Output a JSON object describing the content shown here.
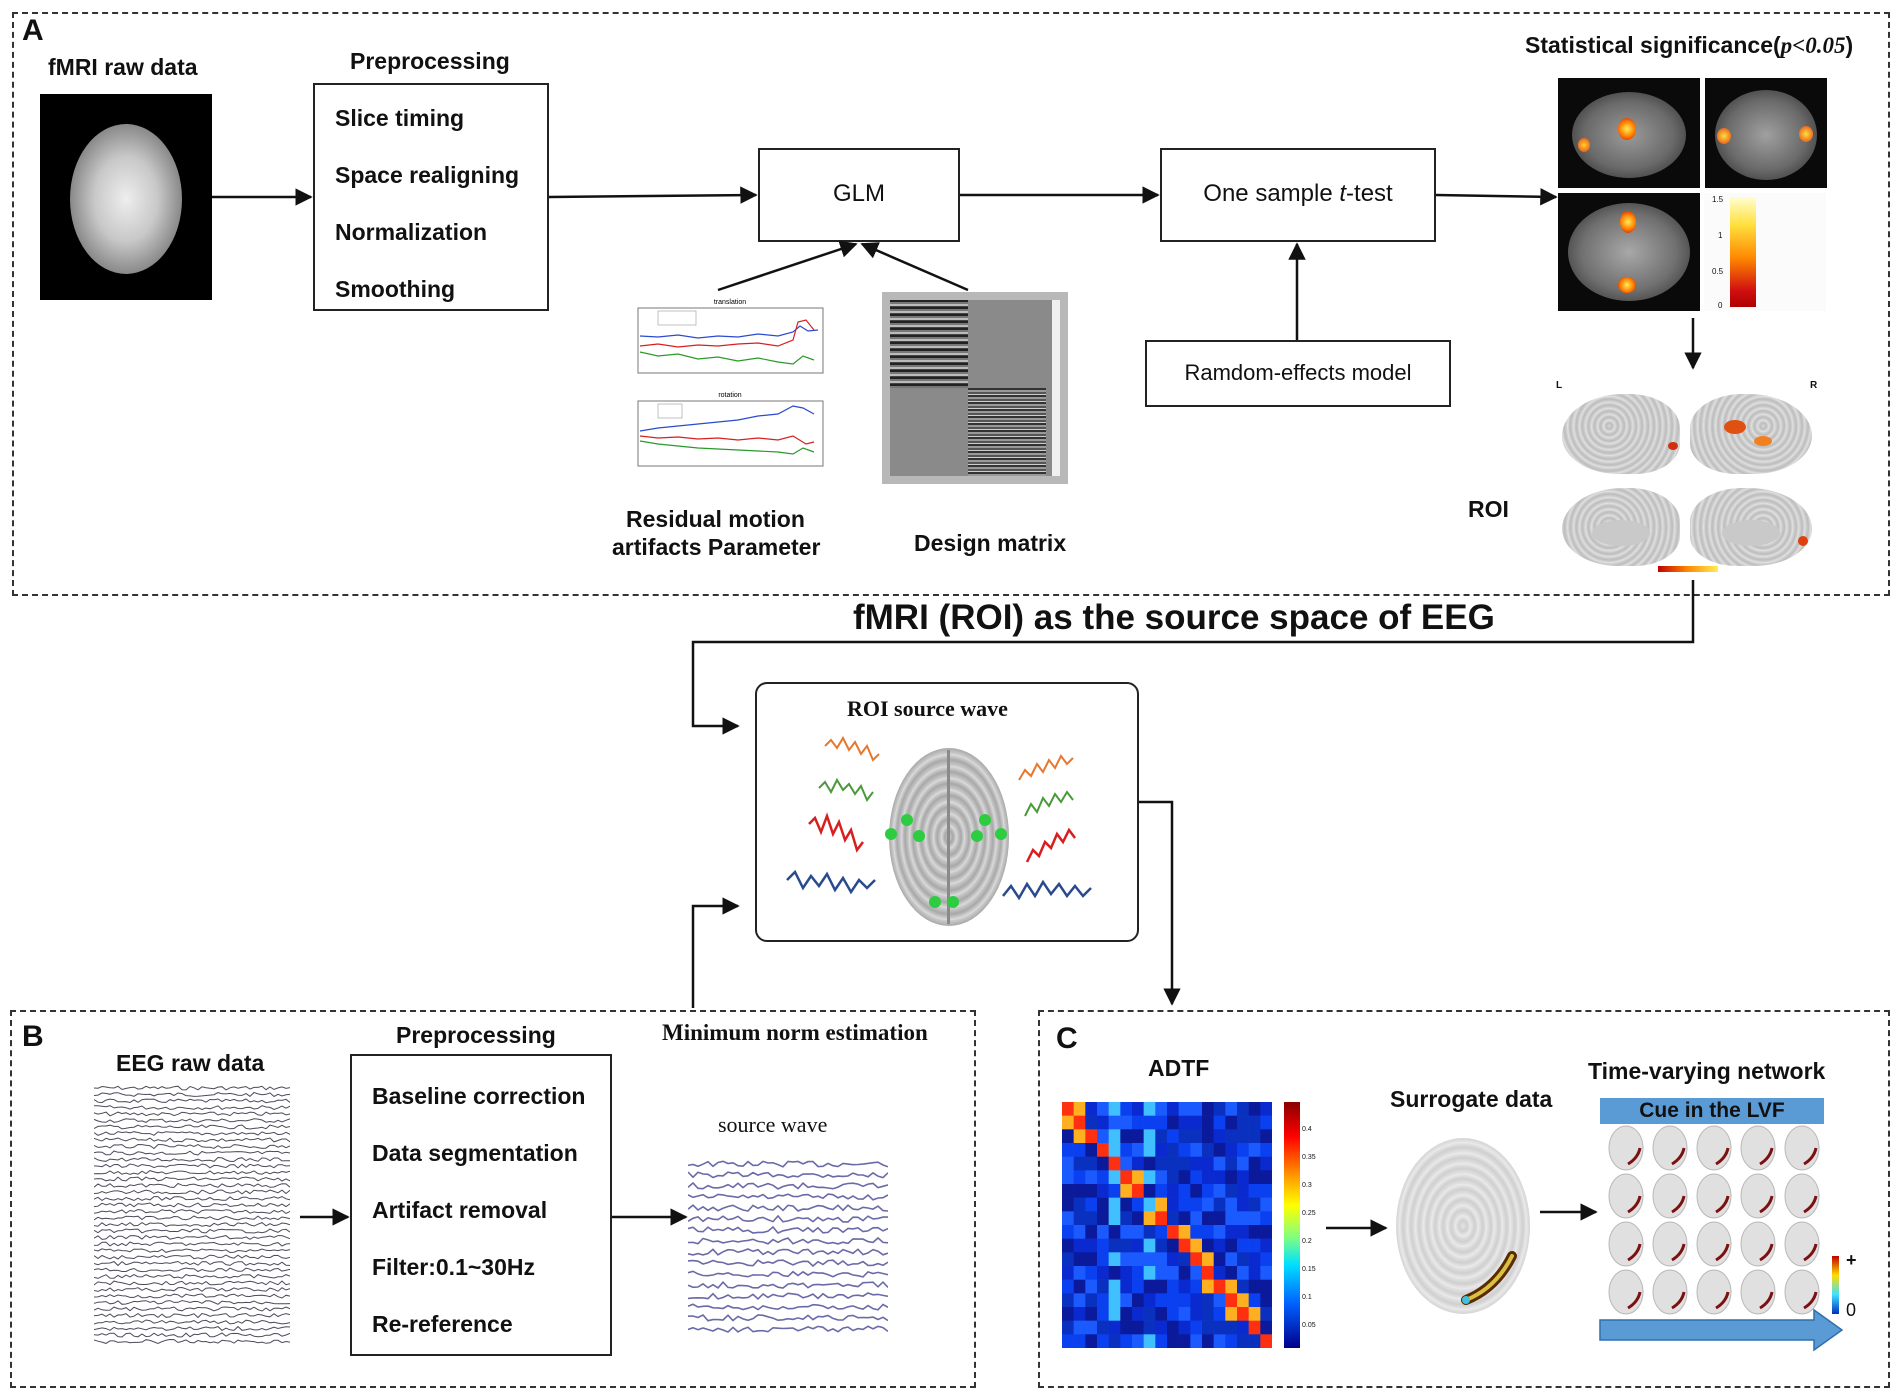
{
  "panels": {
    "a": {
      "letter": "A",
      "raw_label": "fMRI raw data",
      "preproc_title": "Preprocessing",
      "preproc_items": [
        "Slice timing",
        "Space realigning",
        "Normalization",
        "Smoothing"
      ],
      "glm": "GLM",
      "ttest_prefix": "One sample ",
      "ttest_italic": "t",
      "ttest_suffix": "-test",
      "random_effects": "Ramdom-effects model",
      "stat_title": "Statistical significance(",
      "stat_p": "p<0.05",
      "stat_close": ")",
      "motion_line1": "Residual motion",
      "motion_line2": "artifacts Parameter",
      "motion_plot1_title": "translation",
      "motion_plot2_title": "rotation",
      "design_matrix": "Design matrix",
      "roi": "ROI",
      "brain_L": "L",
      "brain_R": "R",
      "colorbar_ticks": [
        "1.5",
        "1",
        "0.5",
        "0"
      ]
    },
    "middle": {
      "banner": "fMRI (ROI) as the source space of EEG",
      "roi_source_wave": "ROI source wave"
    },
    "b": {
      "letter": "B",
      "raw_label": "EEG raw data",
      "preproc_title": "Preprocessing",
      "preproc_items": [
        "Baseline correction",
        "Data segmentation",
        "Artifact removal",
        "Filter:0.1~30Hz",
        "Re-reference"
      ],
      "mne_title": "Minimum norm estimation",
      "source_wave": "source wave"
    },
    "c": {
      "letter": "C",
      "adtf": "ADTF",
      "surrogate": "Surrogate data",
      "network_title": "Time-varying network",
      "cue": "Cue in the LVF",
      "scale_plus": "+",
      "scale_zero": "0",
      "adtf_ticks": [
        "0.4",
        "0.35",
        "0.3",
        "0.25",
        "0.2",
        "0.15",
        "0.1",
        "0.05"
      ]
    }
  },
  "colors": {
    "cue_bar": "#5b9bd5",
    "arrow": "#111111",
    "eeg_trace": "#4a4a5a",
    "source_trace": "#6a6aa8",
    "roi_dot": "#2ecc40",
    "wave_orange": "#e8772e",
    "wave_green": "#4a9a3a",
    "wave_red": "#d62020",
    "wave_blue": "#2a4a90"
  }
}
